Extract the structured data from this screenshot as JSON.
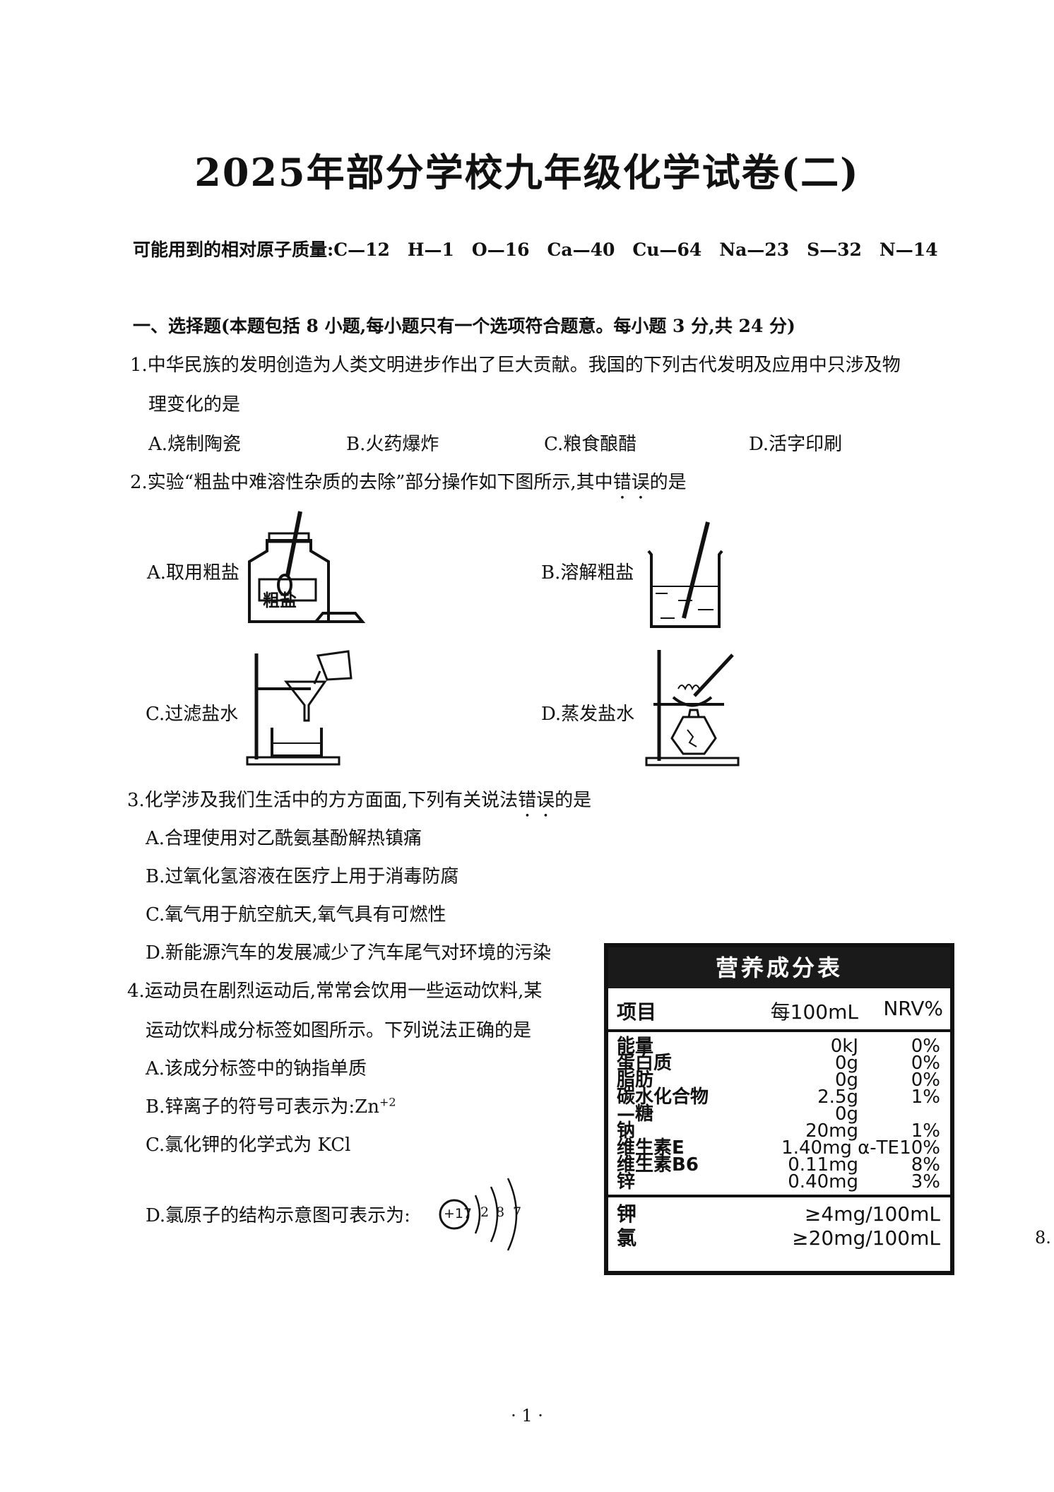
{
  "title": "2025年部分学校九年级化学试卷(二)",
  "atomic_masses": "可能用到的相对原子质量:C—12　H—1　O—16　Ca—40　Cu—64　Na—23　S—32　N—14",
  "section1": "一、选择题(本题包括 8 小题,每小题只有一个选项符合题意。每小题 3 分,共 24 分)",
  "q1": {
    "line1": "1.中华民族的发明创造为人类文明进步作出了巨大贡献。我国的下列古代发明及应用中只涉及物",
    "line2": "理变化的是",
    "a": "A.烧制陶瓷",
    "b": "B.火药爆炸",
    "c": "C.粮食酿醋",
    "d": "D.活字印刷"
  },
  "q2": {
    "pre": "2.实验“粗盐中难溶性杂质的去除”部分操作如下图所示,其中",
    "emph": "错误",
    "post": "的是",
    "a": "A.取用粗盐",
    "b": "B.溶解粗盐",
    "c": "C.过滤盐水",
    "d": "D.蒸发盐水",
    "bottle_label": "粗盐"
  },
  "q3": {
    "pre": "3.化学涉及我们生活中的方方面面,下列有关说法",
    "emph": "错误",
    "post": "的是",
    "a": "A.合理使用对乙酰氨基酚解热镇痛",
    "b": "B.过氧化氢溶液在医疗上用于消毒防腐",
    "c": "C.氧气用于航空航天,氧气具有可燃性",
    "d": "D.新能源汽车的发展减少了汽车尾气对环境的污染"
  },
  "q4": {
    "line1": "4.运动员在剧烈运动后,常常会饮用一些运动饮料,某",
    "line2": "运动饮料成分标签如图所示。下列说法正确的是",
    "a": "A.该成分标签中的钠指单质",
    "b_text": "B.锌离子的符号可表示为:Zn",
    "b_sup": "+2",
    "c": "C.氯化钾的化学式为 KCl",
    "d": "D.氯原子的结构示意图可表示为:",
    "atom_nucleus": "+17",
    "atom_shells": [
      "2",
      "8",
      "7"
    ]
  },
  "nutrition": {
    "title": "营养成分表",
    "col_item": "项目",
    "col_per": "每100mL",
    "col_nrv": "NRV%",
    "rows": [
      {
        "name": "能量",
        "amount": "0kJ",
        "nrv": "0%"
      },
      {
        "name": "蛋白质",
        "amount": "0g",
        "nrv": "0%"
      },
      {
        "name": "脂肪",
        "amount": "0g",
        "nrv": "0%"
      },
      {
        "name": "碳水化合物",
        "amount": "2.5g",
        "nrv": "1%"
      },
      {
        "name": "—糖",
        "amount": "0g",
        "nrv": ""
      },
      {
        "name": "钠",
        "amount": "20mg",
        "nrv": "1%"
      },
      {
        "name": "维生素E",
        "amount": "1.40mg α-TE",
        "nrv": "10%"
      },
      {
        "name": "维生素B6",
        "amount": "0.11mg",
        "nrv": "8%"
      },
      {
        "name": "锌",
        "amount": "0.40mg",
        "nrv": "3%"
      }
    ],
    "extra": [
      {
        "name": "钾",
        "amount": "≥4mg/100mL"
      },
      {
        "name": "氯",
        "amount": "≥20mg/100mL"
      }
    ]
  },
  "side_mark": "8.",
  "page_number": "· 1 ·"
}
